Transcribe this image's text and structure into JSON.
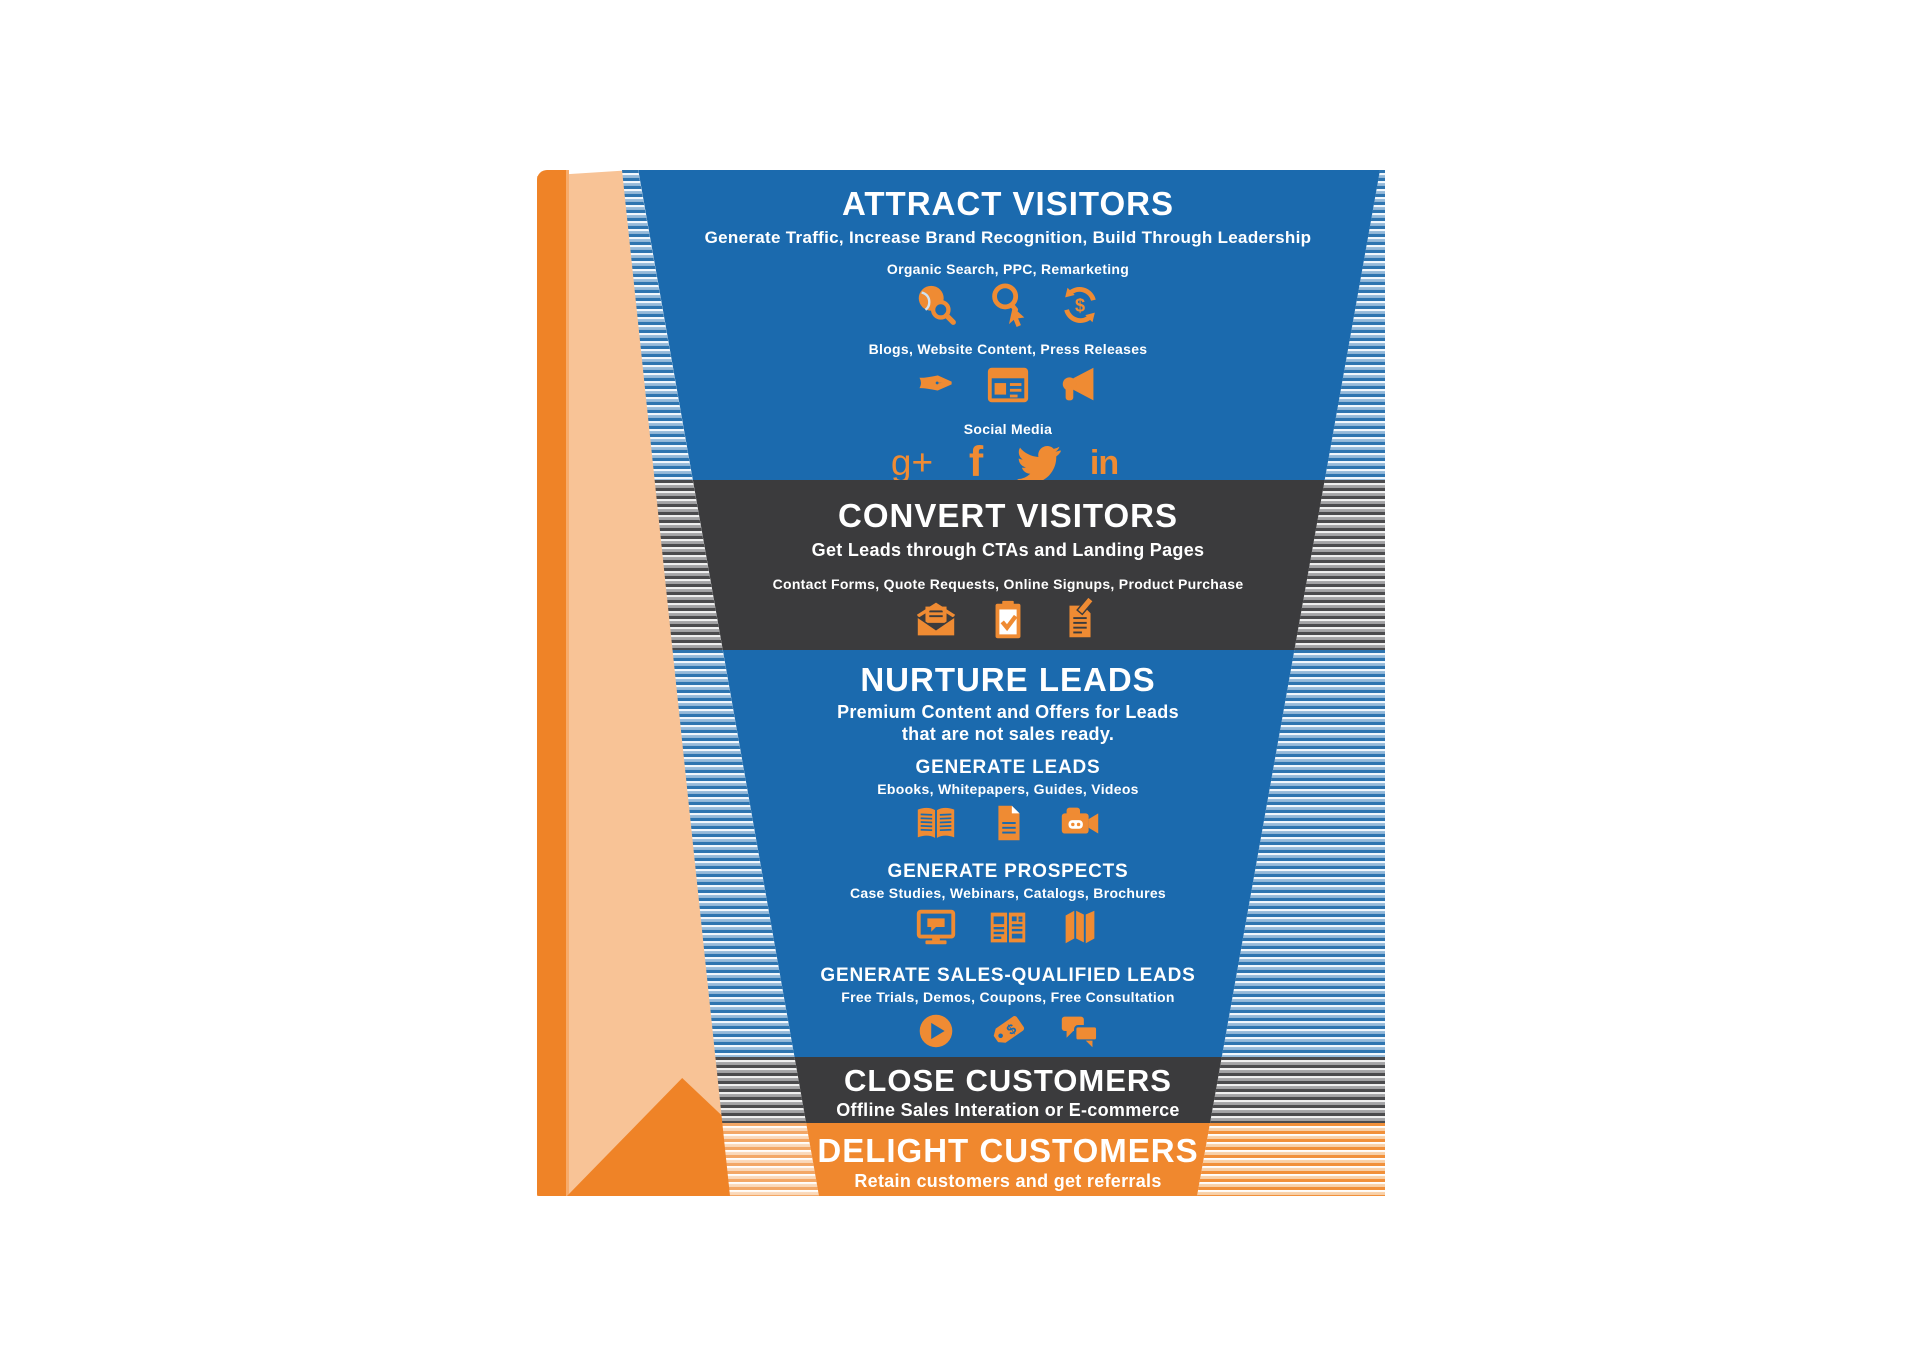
{
  "colors": {
    "funnel_blue": "#1b6aae",
    "band_dark": "#3b3b3d",
    "band_orange": "#f0882e",
    "icon_orange": "#ef8b33",
    "side_panel_peach": "#f8c396",
    "side_panel_orange": "#ef8327",
    "text": "#ffffff"
  },
  "funnel": {
    "attract": {
      "title": "ATTRACT VISITORS",
      "subtitle": "Generate Traffic, Increase Brand Recognition, Build Through Leadership",
      "groups": [
        {
          "label": "Organic Search, PPC, Remarketing",
          "icons": [
            "organic-search-icon",
            "ppc-icon",
            "remarketing-icon"
          ]
        },
        {
          "label": "Blogs, Website Content, Press Releases",
          "icons": [
            "pen-icon",
            "website-content-icon",
            "megaphone-icon"
          ]
        },
        {
          "label": "Social Media",
          "icons": [
            "googleplus-icon",
            "facebook-icon",
            "twitter-icon",
            "linkedin-icon"
          ],
          "glyphs": {
            "googleplus": "g+",
            "facebook": "f",
            "linkedin": "in"
          }
        }
      ]
    },
    "convert": {
      "title": "CONVERT VISITORS",
      "subtitle": "Get Leads through CTAs and Landing Pages",
      "groups": [
        {
          "label": "Contact Forms, Quote Requests, Online Signups, Product Purchase",
          "icons": [
            "envelope-icon",
            "clipboard-check-icon",
            "signup-document-icon"
          ]
        }
      ]
    },
    "nurture": {
      "title": "NURTURE LEADS",
      "subtitle_line1": "Premium Content and Offers for Leads",
      "subtitle_line2": "that are not sales ready.",
      "groups": [
        {
          "heading": "GENERATE LEADS",
          "label": "Ebooks, Whitepapers, Guides, Videos",
          "icons": [
            "ebook-icon",
            "whitepaper-icon",
            "video-camera-icon"
          ]
        },
        {
          "heading": "GENERATE PROSPECTS",
          "label": "Case Studies, Webinars, Catalogs, Brochures",
          "icons": [
            "webinar-monitor-icon",
            "catalog-icon",
            "brochure-icon"
          ]
        },
        {
          "heading": "GENERATE SALES-QUALIFIED LEADS",
          "label": "Free Trials, Demos, Coupons, Free Consultation",
          "icons": [
            "play-icon",
            "price-tag-icon",
            "chat-icon"
          ]
        }
      ]
    },
    "close": {
      "title": "CLOSE CUSTOMERS",
      "subtitle": "Offline Sales Interation or E-commerce"
    },
    "delight": {
      "title": "DELIGHT CUSTOMERS",
      "subtitle": "Retain customers and get referrals"
    }
  }
}
